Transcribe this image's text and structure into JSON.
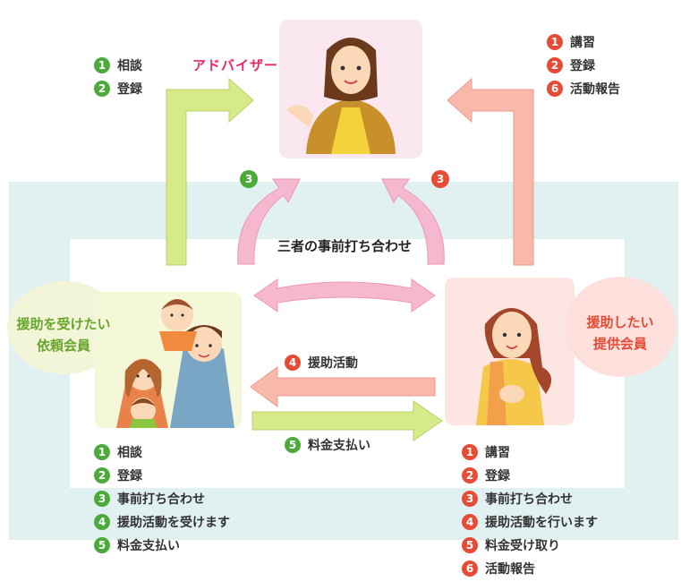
{
  "advisor": {
    "label": "アドバイザー"
  },
  "requester": {
    "label_line1": "援助を受けたい",
    "label_line2": "依頼会員"
  },
  "provider": {
    "label_line1": "援助したい",
    "label_line2": "提供会員"
  },
  "center": {
    "label": "三者の事前打ち合わせ"
  },
  "flows": {
    "to_advisor_left": [
      {
        "num": "1",
        "text": "相談"
      },
      {
        "num": "2",
        "text": "登録"
      }
    ],
    "to_advisor_right": [
      {
        "num": "1",
        "text": "講習"
      },
      {
        "num": "2",
        "text": "登録"
      },
      {
        "num": "6",
        "text": "活動報告"
      }
    ],
    "meeting_left_num": "3",
    "meeting_right_num": "3",
    "support_activity": {
      "num": "4",
      "text": "援助活動"
    },
    "fee_payment": {
      "num": "5",
      "text": "料金支払い"
    }
  },
  "requester_steps": [
    {
      "num": "1",
      "text": "相談"
    },
    {
      "num": "2",
      "text": "登録"
    },
    {
      "num": "3",
      "text": "事前打ち合わせ"
    },
    {
      "num": "4",
      "text": "援助活動を受けます"
    },
    {
      "num": "5",
      "text": "料金支払い"
    }
  ],
  "provider_steps": [
    {
      "num": "1",
      "text": "講習"
    },
    {
      "num": "2",
      "text": "登録"
    },
    {
      "num": "3",
      "text": "事前打ち合わせ"
    },
    {
      "num": "4",
      "text": "援助活動を行います"
    },
    {
      "num": "5",
      "text": "料金受け取り"
    },
    {
      "num": "6",
      "text": "活動報告"
    }
  ],
  "colors": {
    "green_badge": "#4caa3b",
    "red_badge": "#e84b35",
    "advisor_label": "#e8266b",
    "requester_label": "#68a52d",
    "provider_label": "#e44a34",
    "green_arrow": "#d6ea8a",
    "red_arrow": "#f8b9ab",
    "pink_arrow": "#f6b8cf"
  }
}
